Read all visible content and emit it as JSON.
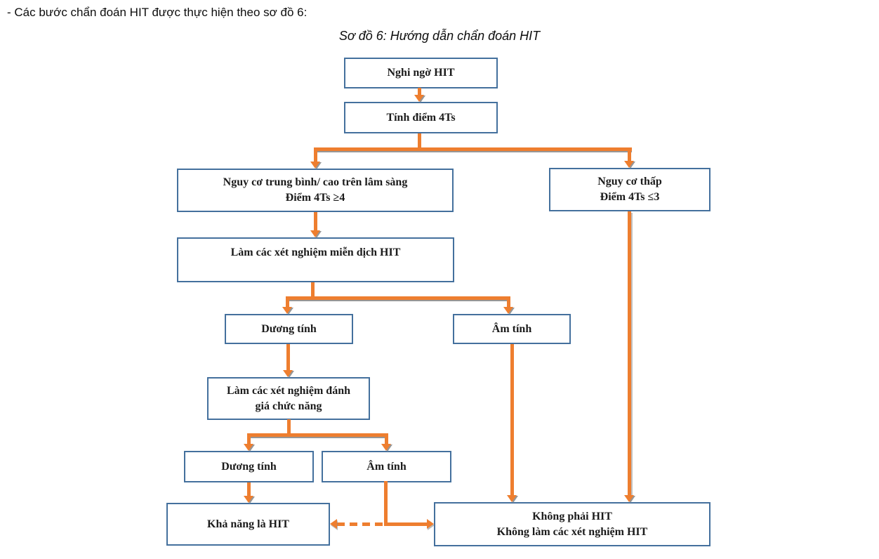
{
  "page": {
    "intro_line": "- Các bước chẩn đoán HIT được thực hiện theo sơ đồ 6:",
    "diagram_title": "Sơ đồ 6: Hướng dẫn chẩn đoán HIT"
  },
  "colors": {
    "arrow_orange": "#EE7E2F",
    "box_border_blue": "#44709D",
    "text": "#1b1b1b",
    "shadow_gray": "#969696",
    "background": "#ffffff"
  },
  "nodes": {
    "b1": {
      "label": "Nghi ngờ HIT"
    },
    "b2": {
      "label": "Tính điểm 4Ts"
    },
    "b3": {
      "line1": "Nguy cơ trung bình/ cao trên lâm sàng",
      "line2": "Điểm 4Ts ≥4"
    },
    "b4": {
      "line1": "Nguy cơ thấp",
      "line2": "Điểm 4Ts ≤3"
    },
    "b5": {
      "label": "Làm các xét nghiệm miễn dịch HIT"
    },
    "b6": {
      "label": "Dương tính"
    },
    "b7": {
      "label": "Âm tính"
    },
    "b8": {
      "line1": "Làm các xét nghiệm đánh",
      "line2": "giá chức năng"
    },
    "b9": {
      "label": "Dương tính"
    },
    "b10": {
      "label": "Âm tính"
    },
    "b11": {
      "label": "Khả năng là HIT"
    },
    "b12": {
      "line1": "Không phải HIT",
      "line2": "Không làm các xét nghiệm HIT"
    }
  },
  "edges": [
    {
      "from": "Nghi ngờ HIT",
      "to": "Tính điểm 4Ts",
      "style": "solid"
    },
    {
      "from": "Tính điểm 4Ts",
      "to": "Nguy cơ trung bình/ cao trên lâm sàng Điểm 4Ts ≥4",
      "style": "solid"
    },
    {
      "from": "Tính điểm 4Ts",
      "to": "Nguy cơ thấp Điểm 4Ts ≤3",
      "style": "solid"
    },
    {
      "from": "Nguy cơ trung bình/ cao trên lâm sàng Điểm 4Ts ≥4",
      "to": "Làm các xét nghiệm miễn dịch HIT",
      "style": "solid"
    },
    {
      "from": "Làm các xét nghiệm miễn dịch HIT",
      "to": "Dương tính",
      "style": "solid"
    },
    {
      "from": "Làm các xét nghiệm miễn dịch HIT",
      "to": "Âm tính",
      "style": "solid"
    },
    {
      "from": "Dương tính",
      "to": "Làm các xét nghiệm đánh giá chức năng",
      "style": "solid"
    },
    {
      "from": "Làm các xét nghiệm đánh giá chức năng",
      "to": "Dương tính",
      "style": "solid"
    },
    {
      "from": "Làm các xét nghiệm đánh giá chức năng",
      "to": "Âm tính",
      "style": "solid"
    },
    {
      "from": "Dương tính",
      "to": "Khả năng là HIT",
      "style": "solid"
    },
    {
      "from": "Âm tính (chức năng)",
      "to": "Khả năng là HIT",
      "style": "dashed"
    },
    {
      "from": "Âm tính (chức năng)",
      "to": "Không phải HIT Không làm các xét nghiệm HIT",
      "style": "solid"
    },
    {
      "from": "Âm tính (miễn dịch)",
      "to": "Không phải HIT Không làm các xét nghiệm HIT",
      "style": "solid"
    },
    {
      "from": "Nguy cơ thấp Điểm 4Ts ≤3",
      "to": "Không phải HIT Không làm các xét nghiệm HIT",
      "style": "solid"
    }
  ]
}
